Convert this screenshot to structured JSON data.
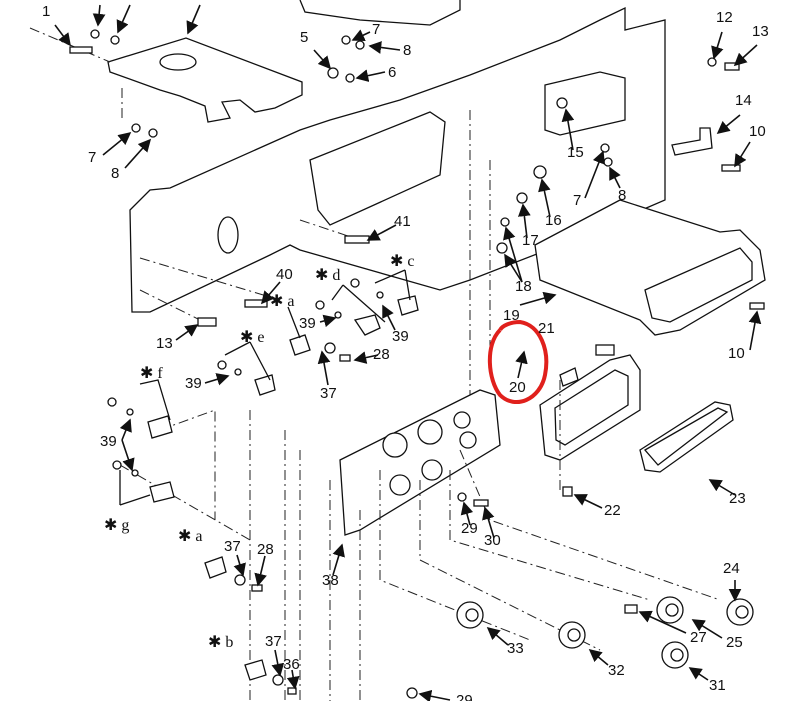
{
  "figure": {
    "callouts": [
      {
        "id": "c1",
        "text": "1"
      },
      {
        "id": "c7a",
        "text": "7"
      },
      {
        "id": "c8a",
        "text": "8"
      },
      {
        "id": "c5",
        "text": "5"
      },
      {
        "id": "c6",
        "text": "6"
      },
      {
        "id": "c7b",
        "text": "7"
      },
      {
        "id": "c8b",
        "text": "8"
      },
      {
        "id": "c12",
        "text": "12"
      },
      {
        "id": "c13a",
        "text": "13"
      },
      {
        "id": "c14",
        "text": "14"
      },
      {
        "id": "c10a",
        "text": "10"
      },
      {
        "id": "c15",
        "text": "15"
      },
      {
        "id": "c7c",
        "text": "7"
      },
      {
        "id": "c8c",
        "text": "8"
      },
      {
        "id": "c16",
        "text": "16"
      },
      {
        "id": "c17",
        "text": "17"
      },
      {
        "id": "c18",
        "text": "18"
      },
      {
        "id": "c41",
        "text": "41"
      },
      {
        "id": "c40",
        "text": "40"
      },
      {
        "id": "c13b",
        "text": "13"
      },
      {
        "id": "c39a",
        "text": "39"
      },
      {
        "id": "c39b",
        "text": "39"
      },
      {
        "id": "c28a",
        "text": "28"
      },
      {
        "id": "c37a",
        "text": "37"
      },
      {
        "id": "c39c",
        "text": "39"
      },
      {
        "id": "c39d",
        "text": "39"
      },
      {
        "id": "c37b",
        "text": "37"
      },
      {
        "id": "c28b",
        "text": "28"
      },
      {
        "id": "c38",
        "text": "38"
      },
      {
        "id": "c37c",
        "text": "37"
      },
      {
        "id": "c36",
        "text": "36"
      },
      {
        "id": "c19",
        "text": "19"
      },
      {
        "id": "c21",
        "text": "21"
      },
      {
        "id": "c20",
        "text": "20"
      },
      {
        "id": "c10b",
        "text": "10"
      },
      {
        "id": "c22",
        "text": "22"
      },
      {
        "id": "c23",
        "text": "23"
      },
      {
        "id": "c29a",
        "text": "29"
      },
      {
        "id": "c30",
        "text": "30"
      },
      {
        "id": "c24",
        "text": "24"
      },
      {
        "id": "c25",
        "text": "25"
      },
      {
        "id": "c27",
        "text": "27"
      },
      {
        "id": "c31",
        "text": "31"
      },
      {
        "id": "c32",
        "text": "32"
      },
      {
        "id": "c33",
        "text": "33"
      },
      {
        "id": "c29b",
        "text": "29"
      }
    ],
    "variants": [
      {
        "id": "va1",
        "text": "✱ a"
      },
      {
        "id": "vd",
        "text": "✱ d"
      },
      {
        "id": "vc",
        "text": "✱ c"
      },
      {
        "id": "ve",
        "text": "✱ e"
      },
      {
        "id": "vf",
        "text": "✱ f"
      },
      {
        "id": "vg",
        "text": "✱ g"
      },
      {
        "id": "va2",
        "text": "✱ a"
      },
      {
        "id": "vb",
        "text": "✱ b"
      }
    ],
    "highlight_color": "#e0201c"
  }
}
